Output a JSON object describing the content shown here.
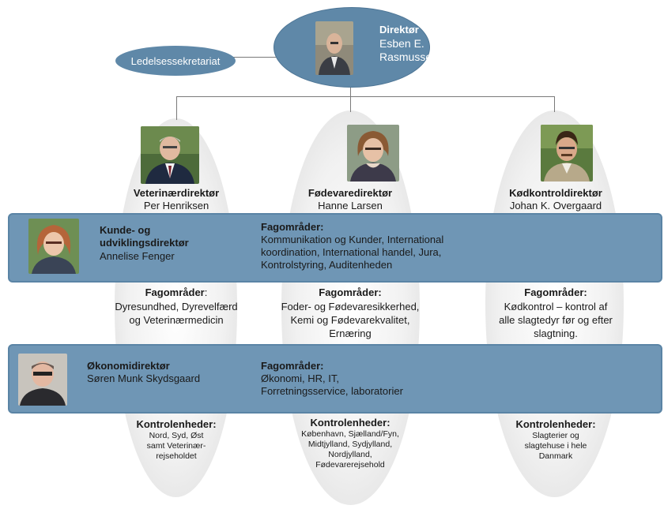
{
  "director": {
    "title": "Direktør",
    "name_line1": "Esben E.",
    "name_line2": "Rasmussen"
  },
  "secretariat": {
    "label": "Ledelsessekretariat"
  },
  "columns": [
    {
      "title": "Veterinærdirektør",
      "name": "Per Henriksen",
      "fag_title": "Fagområder",
      "fag_colon": ":",
      "fag_lines": [
        "Dyresundhed, Dyrevelfærd",
        "og Veterinærmedicin"
      ],
      "kontrol_title": "Kontrolenheder:",
      "kontrol_lines": [
        "Nord, Syd, Øst",
        "samt Veterinær-",
        "rejseholdet"
      ]
    },
    {
      "title": "Fødevaredirektør",
      "name": "Hanne Larsen",
      "fag_title": "Fagområder:",
      "fag_lines": [
        "Foder- og Fødevaresikkerhed,",
        "Kemi og Fødevarekvalitet,",
        "Ernæring"
      ],
      "kontrol_title": "Kontrolenheder:",
      "kontrol_lines": [
        "København, Sjælland/Fyn,",
        "Midtjylland, Sydjylland,",
        "Nordjylland,",
        "Fødevarerejsehold"
      ]
    },
    {
      "title": "Kødkontroldirektør",
      "name": "Johan K. Overgaard",
      "fag_title": "Fagområder:",
      "fag_lines": [
        "Kødkontrol – kontrol af",
        "alle slagtedyr før og efter",
        "slagtning."
      ],
      "kontrol_title": "Kontrolenheder:",
      "kontrol_lines": [
        "Slagterier og",
        "slagtehuse i hele",
        "Danmark"
      ]
    }
  ],
  "band1": {
    "title_line1": "Kunde- og",
    "title_line2": "udviklingsdirektør",
    "name": "Annelise Fenger",
    "fag_title": "Fagområder:",
    "fag_lines": [
      "Kommunikation og Kunder, International",
      "koordination, International handel, Jura,",
      "Kontrolstyring, Auditenheden"
    ]
  },
  "band2": {
    "title": "Økonomidirektør",
    "name": "Søren Munk Skydsgaard",
    "fag_title": "Fagområder:",
    "fag_lines": [
      "Økonomi, HR, IT,",
      "Forretningsservice, laboratorier"
    ]
  },
  "colors": {
    "top_ellipse": "#5f88a8",
    "band": "#6f96b5",
    "column_light": "#f1f1f1"
  }
}
